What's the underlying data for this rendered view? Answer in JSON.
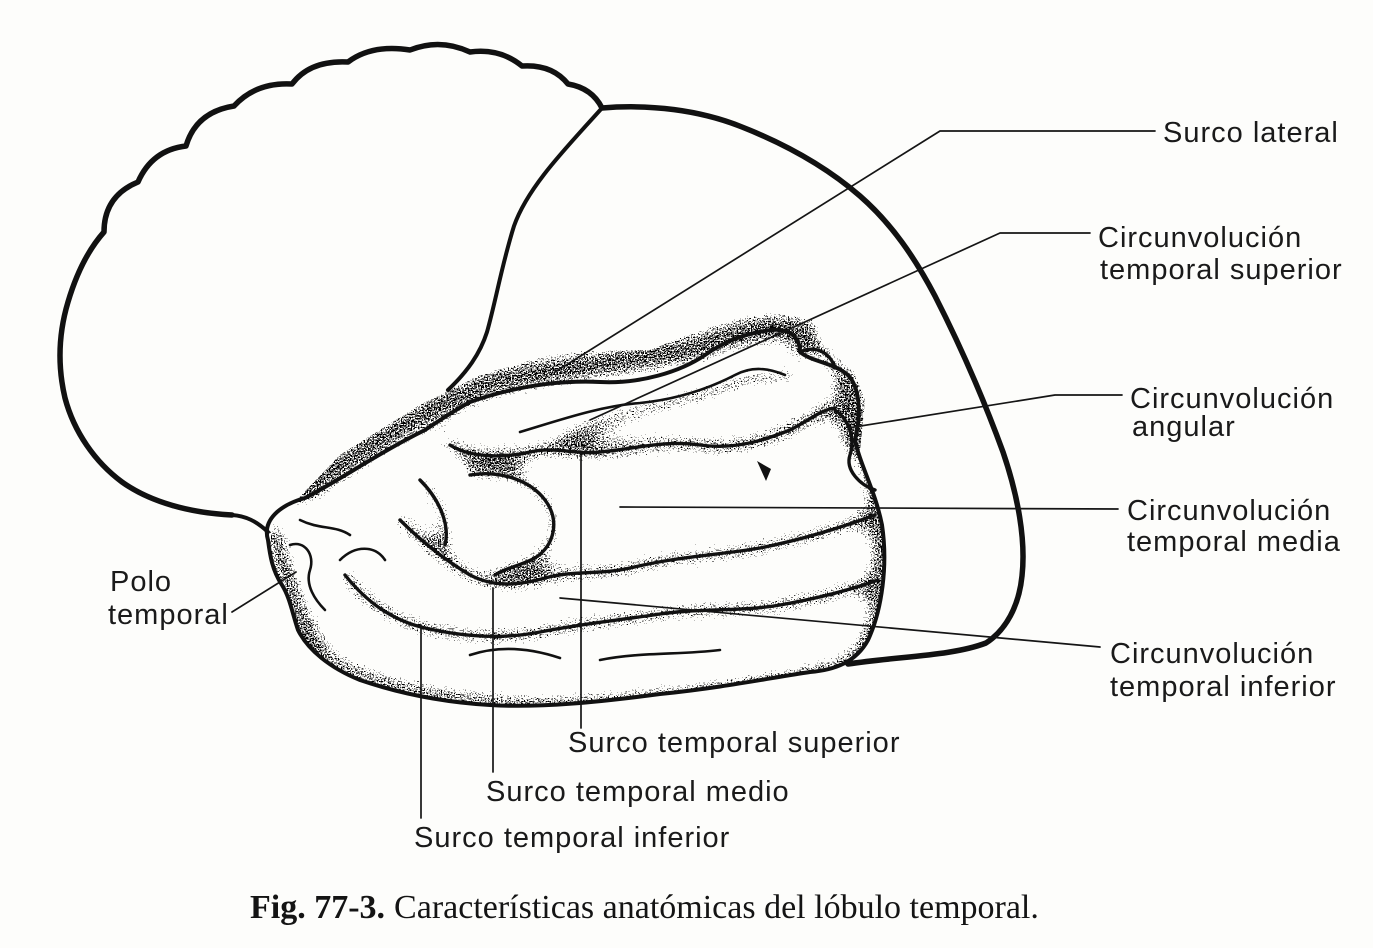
{
  "figure": {
    "labels": {
      "surco_lateral": "Surco lateral",
      "circ_temporal_superior": {
        "line1": "Circunvolución",
        "line2": "temporal superior"
      },
      "circ_angular": {
        "line1": "Circunvolución",
        "line2": "angular"
      },
      "circ_temporal_media": {
        "line1": "Circunvolución",
        "line2": "temporal media"
      },
      "polo_temporal": {
        "line1": "Polo",
        "line2": "temporal"
      },
      "circ_temporal_inferior": {
        "line1": "Circunvolución",
        "line2": "temporal inferior"
      },
      "surco_temporal_superior": "Surco temporal superior",
      "surco_temporal_medio": "Surco temporal medio",
      "surco_temporal_inferior": "Surco temporal inferior"
    },
    "caption": {
      "number": "Fig. 77-3.",
      "text": "Características anatómicas del lóbulo temporal."
    }
  },
  "colors": {
    "ink": "#111111",
    "paper": "#fdfdfb"
  }
}
